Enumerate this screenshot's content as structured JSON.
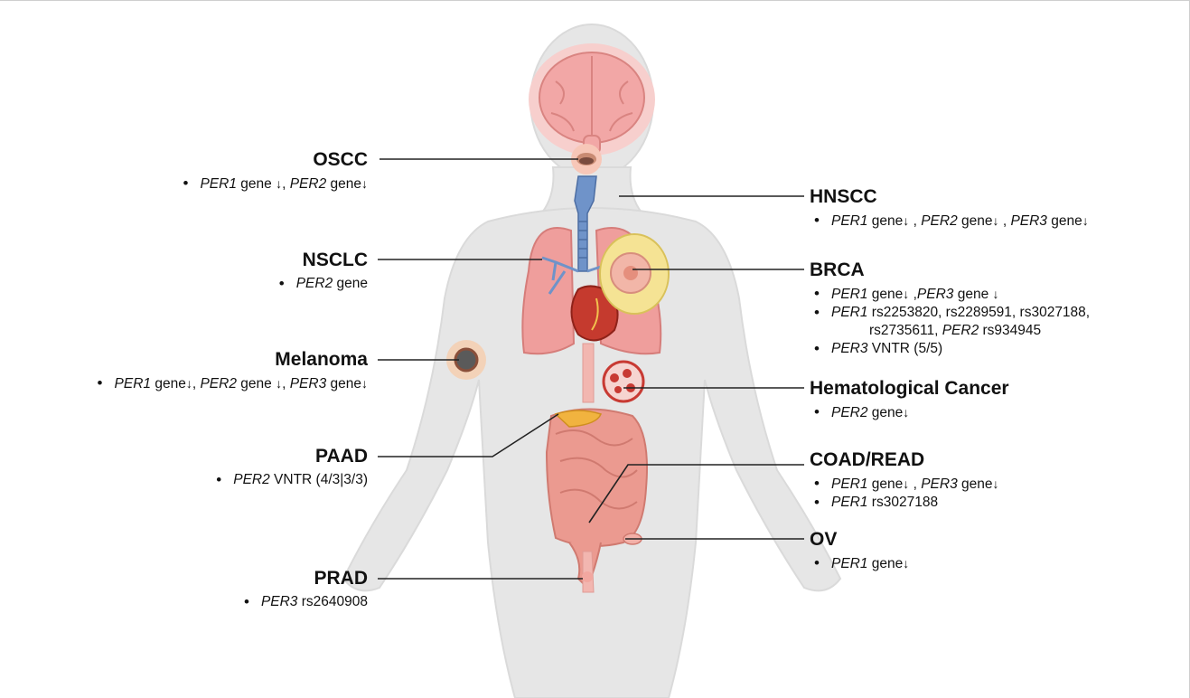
{
  "colors": {
    "body": "#e5e5e5",
    "body_outline": "#d9d9d9",
    "brain": "#f2a7a6",
    "brain_glow": "#f7c9c7",
    "trachea": "#6c8fc4",
    "lung": "#ee9b9b",
    "heart": "#c0392b",
    "breast": "#f3e08a",
    "intestine": "#e8948b",
    "pancreas": "#f1b33f",
    "leader_line": "#222222"
  },
  "icons": [
    "brain-organ",
    "mouth-organ",
    "trachea-organ",
    "lungs-organ",
    "heart-organ",
    "breast-tumor",
    "skin-lesion",
    "blood-cell",
    "pancreas-organ",
    "intestine-organ",
    "prostate-organ",
    "ovary-organ"
  ],
  "labels": {
    "oscc": {
      "title": "OSCC",
      "items": [
        {
          "gene1": "PER1",
          "text1": " gene ",
          "arrow1": "↓",
          "sep": ", ",
          "gene2": "PER2",
          "text2": " gene",
          "arrow2": "↓"
        }
      ]
    },
    "nsclc": {
      "title": "NSCLC",
      "items": [
        {
          "gene1": "PER2",
          "text1": " gene"
        }
      ]
    },
    "melanoma": {
      "title": "Melanoma",
      "items": [
        {
          "gene1": "PER1",
          "text1": " gene",
          "arrow1": "↓",
          "sep1": ", ",
          "gene2": "PER2",
          "text2": "  gene ",
          "arrow2": "↓",
          "sep2": ", ",
          "gene3": "PER3",
          "text3": " gene",
          "arrow3": "↓"
        }
      ]
    },
    "paad": {
      "title": "PAAD",
      "items": [
        {
          "gene1": "PER2",
          "text1": " VNTR (4/3|3/3)"
        }
      ]
    },
    "prad": {
      "title": "PRAD",
      "items": [
        {
          "gene1": "PER3",
          "text1": " rs2640908"
        }
      ]
    },
    "hnscc": {
      "title": "HNSCC",
      "items": [
        {
          "gene1": "PER1",
          "text1": " gene",
          "arrow1": "↓",
          "sep1": " , ",
          "gene2": "PER2",
          "text2": "  gene",
          "arrow2": "↓",
          "sep2": " , ",
          "gene3": "PER3",
          "text3": " gene",
          "arrow3": "↓"
        }
      ]
    },
    "brca": {
      "title": "BRCA",
      "items": [
        {
          "gene1": "PER1",
          "text1": " gene",
          "arrow1": "↓",
          "sep1": " ,",
          "gene2": "PER3",
          "text2": "  gene ",
          "arrow2": "↓"
        },
        {
          "gene1": "PER1",
          "text1": " rs2253820, rs2289591, rs3027188,"
        },
        {
          "cont": "rs2735611, ",
          "gene2": "PER2",
          "text2": " rs934945"
        },
        {
          "gene1": "PER3",
          "text1": " VNTR (5/5)"
        }
      ]
    },
    "heme": {
      "title": "Hematological Cancer",
      "items": [
        {
          "gene1": "PER2",
          "text1": " gene",
          "arrow1": "↓"
        }
      ]
    },
    "coad": {
      "title": "COAD/READ",
      "items": [
        {
          "gene1": "PER1",
          "text1": " gene",
          "arrow1": "↓",
          "sep1": " , ",
          "gene2": "PER3",
          "text2": "  gene",
          "arrow2": "↓"
        },
        {
          "gene1": "PER1",
          "text1": " rs3027188"
        }
      ]
    },
    "ov": {
      "title": "OV",
      "items": [
        {
          "gene1": "PER1",
          "text1": " gene",
          "arrow1": "↓"
        }
      ]
    }
  }
}
